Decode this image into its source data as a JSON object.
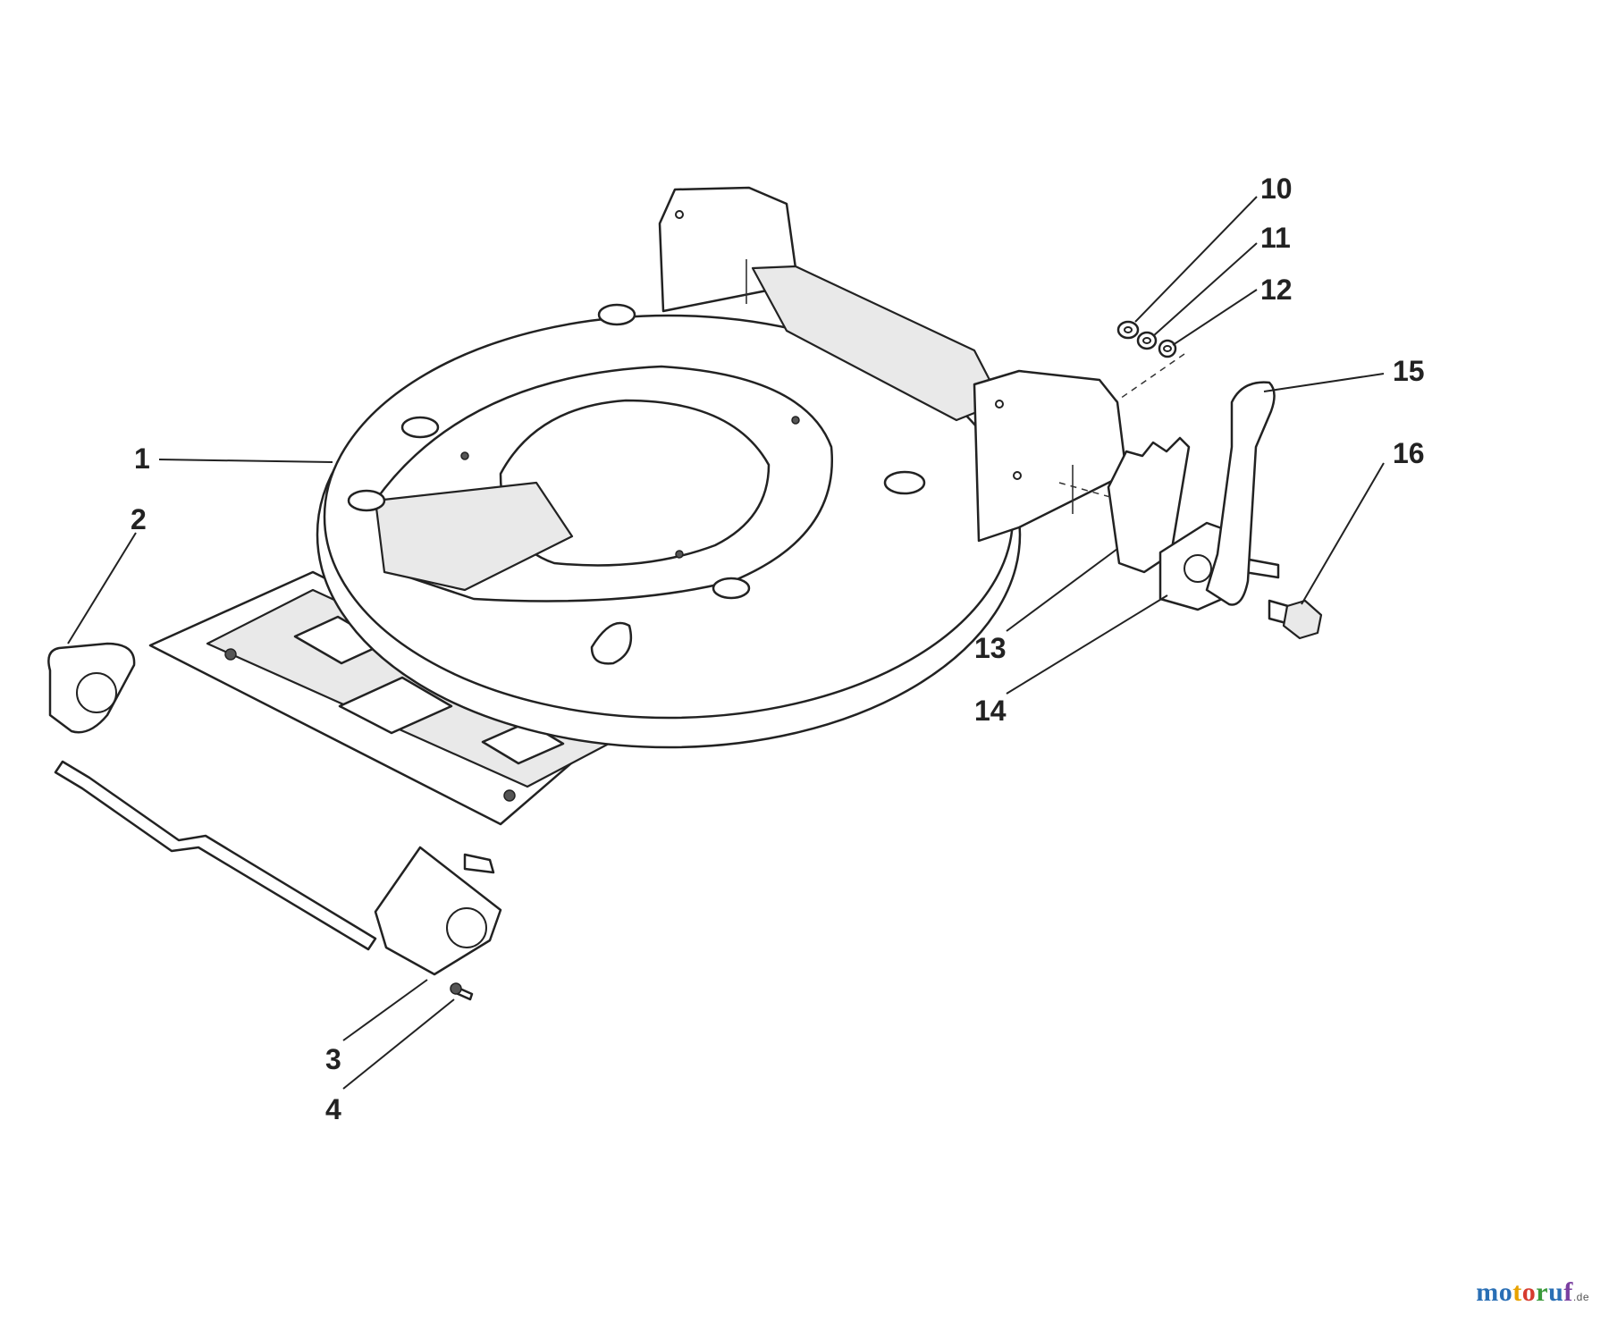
{
  "diagram": {
    "callouts": [
      {
        "id": "1",
        "label": "1"
      },
      {
        "id": "2",
        "label": "2"
      },
      {
        "id": "3",
        "label": "3"
      },
      {
        "id": "4",
        "label": "4"
      },
      {
        "id": "10",
        "label": "10"
      },
      {
        "id": "11",
        "label": "11"
      },
      {
        "id": "12",
        "label": "12"
      },
      {
        "id": "13",
        "label": "13"
      },
      {
        "id": "14",
        "label": "14"
      },
      {
        "id": "15",
        "label": "15"
      },
      {
        "id": "16",
        "label": "16"
      }
    ]
  },
  "brand": {
    "name": "motoruf",
    "suffix": ".de",
    "letter_colors": [
      "#2a6fb5",
      "#2a6fb5",
      "#e8a200",
      "#d63b2f",
      "#3a9a3a",
      "#2a6fb5",
      "#7a3fa0"
    ]
  }
}
